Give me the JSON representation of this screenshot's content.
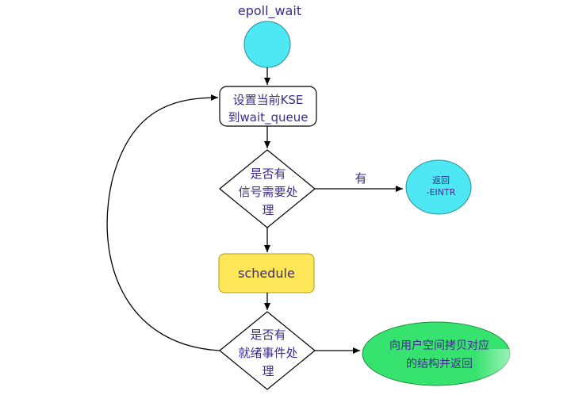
{
  "start": {
    "label": "epoll_wait",
    "fill": "#4de8f3"
  },
  "set_wait_queue": {
    "line1": "设置当前KSE",
    "line2": "到wait_queue"
  },
  "signal_check": {
    "line1": "是否有",
    "line2": "信号需要处",
    "line3": "理"
  },
  "yes_edge": {
    "label": "有"
  },
  "return_eintr": {
    "line1": "返回",
    "line2": "-EINTR",
    "fill": "#4de8f3"
  },
  "schedule": {
    "label": "schedule",
    "fill": "#fde657"
  },
  "ready_check": {
    "line1": "是否有",
    "line2": "就绪事件处",
    "line3": "理"
  },
  "copy_return": {
    "line1": "向用户空间拷贝对应",
    "line2": "的结构并返回",
    "fill": "#37e36f"
  }
}
